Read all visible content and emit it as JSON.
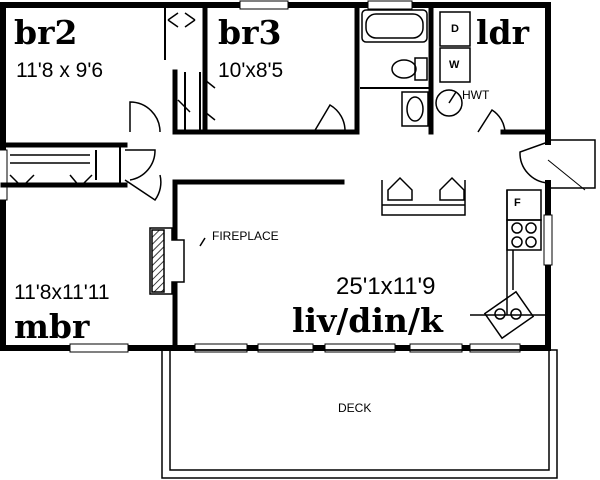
{
  "plan": {
    "rooms": {
      "br2": {
        "name": "br2",
        "size": "11'8 x 9'6"
      },
      "br3": {
        "name": "br3",
        "size": "10'x8'5"
      },
      "ldr": {
        "name": "ldr"
      },
      "mbr": {
        "name": "mbr",
        "size": "11'8x11'11"
      },
      "living": {
        "name": "liv/din/k",
        "size": "25'1x11'9"
      }
    },
    "fixtures": {
      "dryer": "D",
      "washer": "W",
      "water_heater": "HWT",
      "fridge": "F",
      "fireplace": "FIREPLACE"
    },
    "deck": "DECK"
  }
}
